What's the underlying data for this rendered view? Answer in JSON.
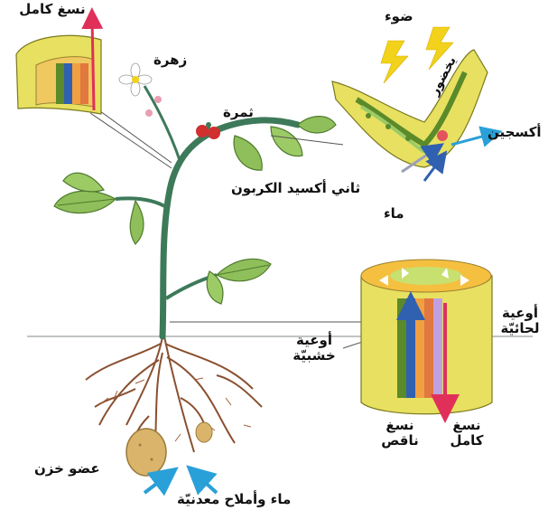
{
  "labels": {
    "phloem_top": "نسغ كامل",
    "flower": "زهرة",
    "fruit": "ثمرة",
    "light": "ضوء",
    "chlorophyll": "يخضور",
    "oxygen": "أكسجين",
    "co2": "ثاني أكسيد الكربون",
    "water_leaf": "ماء",
    "phloem_vessels": "أوعية لحائيّة",
    "xylem_vessels": "أوعية خشبيّة",
    "raw_sap": "نسغ ناقص",
    "full_sap": "نسغ كامل",
    "storage_organ": "عضو خزن",
    "water_minerals": "ماء وأملاح معدنيّة"
  },
  "colors": {
    "stem": "#3d7a5a",
    "leaf": "#8fbf5a",
    "leaf_vein": "#4f7a2e",
    "tissue_yellow": "#e8e060",
    "tissue_orange": "#f0a040",
    "xylem_blue": "#3060b0",
    "phloem_red": "#e0305a",
    "light_yellow": "#f2d21a",
    "arrow_blue": "#2aa0d8",
    "fruit_red": "#d03030",
    "root": "#8a5030",
    "tuber": "#d9b46a"
  }
}
